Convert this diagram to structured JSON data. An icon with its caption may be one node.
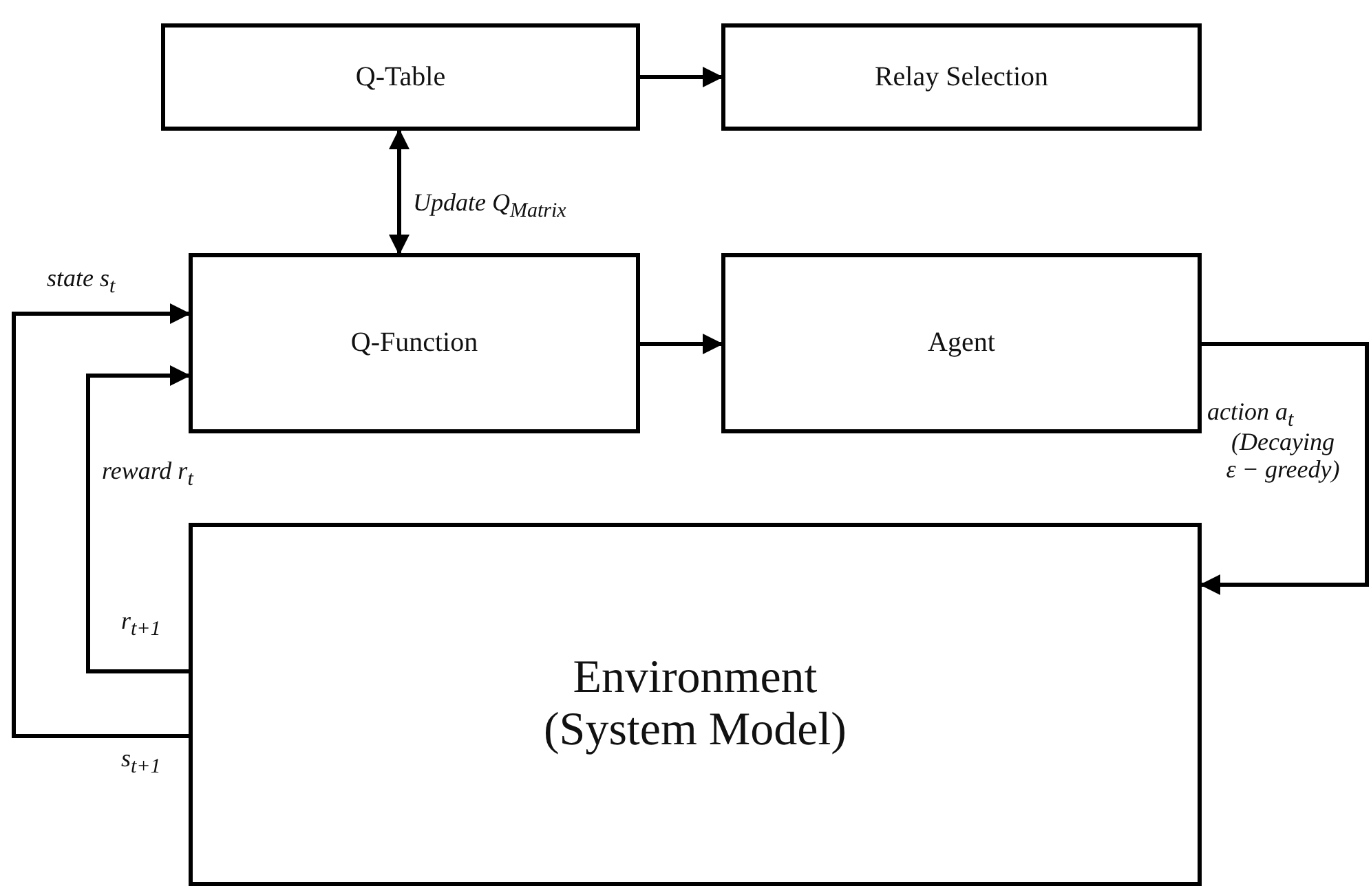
{
  "diagram": {
    "nodes": [
      {
        "text": [
          "Q-Table"
        ]
      },
      {
        "text": [
          "Relay Selection"
        ]
      },
      {
        "text": [
          "Q-Function"
        ]
      },
      {
        "text": [
          "Agent"
        ]
      },
      {
        "text": [
          "Environment (System Model)"
        ]
      }
    ],
    "edges": [
      {
        "from": 0,
        "to": 1,
        "arrow": "to"
      },
      {
        "from": 0,
        "to": 2,
        "arrow": "both",
        "label": "Update Q$_{Matrix}$"
      },
      {
        "from": 2,
        "to": 3,
        "arrow": "to"
      },
      {
        "from": 3,
        "to": 4,
        "arrow": "to",
        "label": "action a$_{t}$"
      },
      {
        "from": 4,
        "to": 2,
        "arrow": "to",
        "label": "state s$_{t}$"
      },
      {
        "from": 4,
        "to": 2,
        "arrow": "to",
        "label": "reward r$_{t}$"
      }
    ],
    "labels": [
      "r$_{t+1}$",
      "s$_{t+1}$",
      "(Decaying ε − greedy)"
    ]
  }
}
